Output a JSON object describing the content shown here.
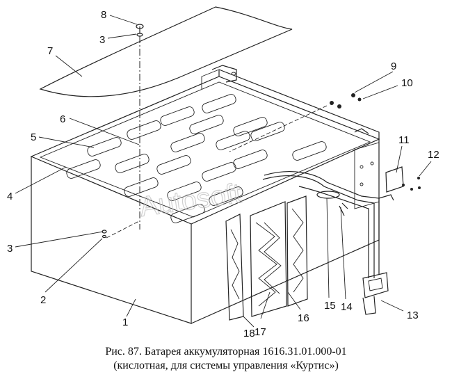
{
  "caption": {
    "line1": "Рис. 87. Батарея аккумуляторная 1616.31.01.000-01",
    "line2": "(кислотная, для системы управления «Куртис»)"
  },
  "callouts": [
    "1",
    "2",
    "3",
    "3",
    "4",
    "5",
    "6",
    "7",
    "8",
    "9",
    "10",
    "11",
    "12",
    "13",
    "14",
    "15",
    "16",
    "17",
    "18"
  ],
  "watermark": "Autosoft"
}
